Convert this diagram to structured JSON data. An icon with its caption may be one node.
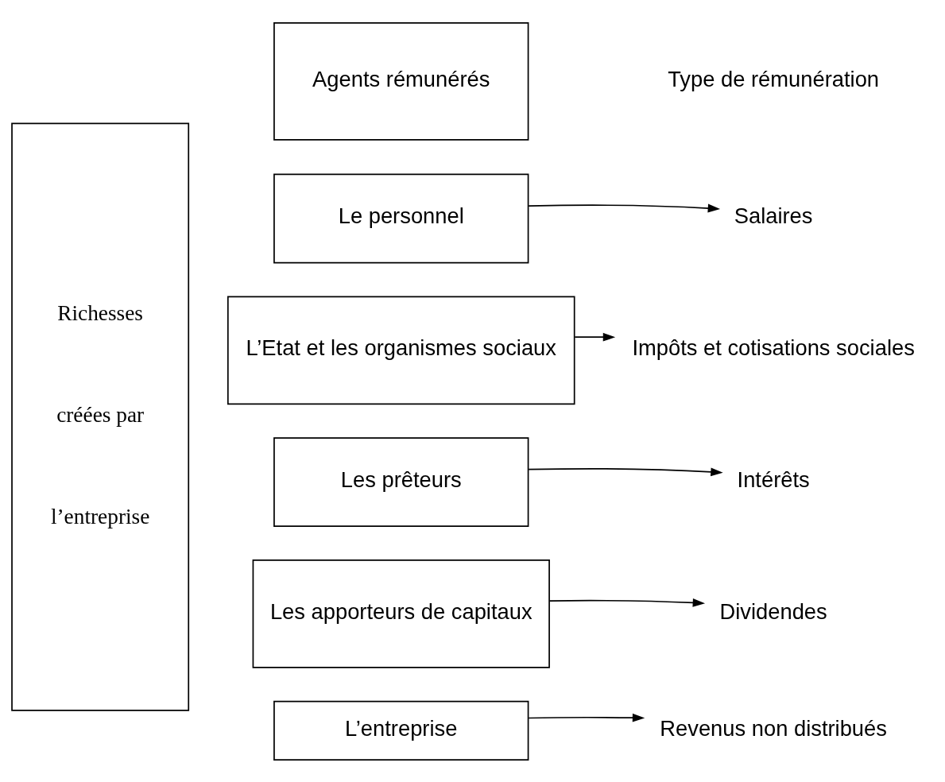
{
  "diagram": {
    "nodes": [
      {
        "text": [
          "Agents rémunérés"
        ]
      },
      {
        "text": [
          "Richesses",
          "créées par",
          "l’entreprise"
        ]
      },
      {
        "text": [
          "Le personnel"
        ]
      },
      {
        "text": [
          "Salaires"
        ]
      },
      {
        "text": [
          "L’Etat et les organismes sociaux"
        ]
      },
      {
        "text": [
          "Impôts et cotisations sociales"
        ]
      },
      {
        "text": [
          "Les prêteurs"
        ]
      },
      {
        "text": [
          "Intérêts"
        ]
      },
      {
        "text": [
          "Les apporteurs de capitaux"
        ]
      },
      {
        "text": [
          "Dividendes"
        ]
      },
      {
        "text": [
          "L’entreprise"
        ]
      },
      {
        "text": [
          "Revenus non distribués"
        ]
      }
    ],
    "edges": [
      {
        "from": 2,
        "to": 3,
        "arrow": "to"
      },
      {
        "from": 4,
        "to": 5,
        "arrow": "to"
      },
      {
        "from": 6,
        "to": 7,
        "arrow": "to"
      },
      {
        "from": 8,
        "to": 9,
        "arrow": "to"
      },
      {
        "from": 10,
        "to": 11,
        "arrow": "to"
      }
    ],
    "labels": [
      "Type de rémunération"
    ]
  }
}
